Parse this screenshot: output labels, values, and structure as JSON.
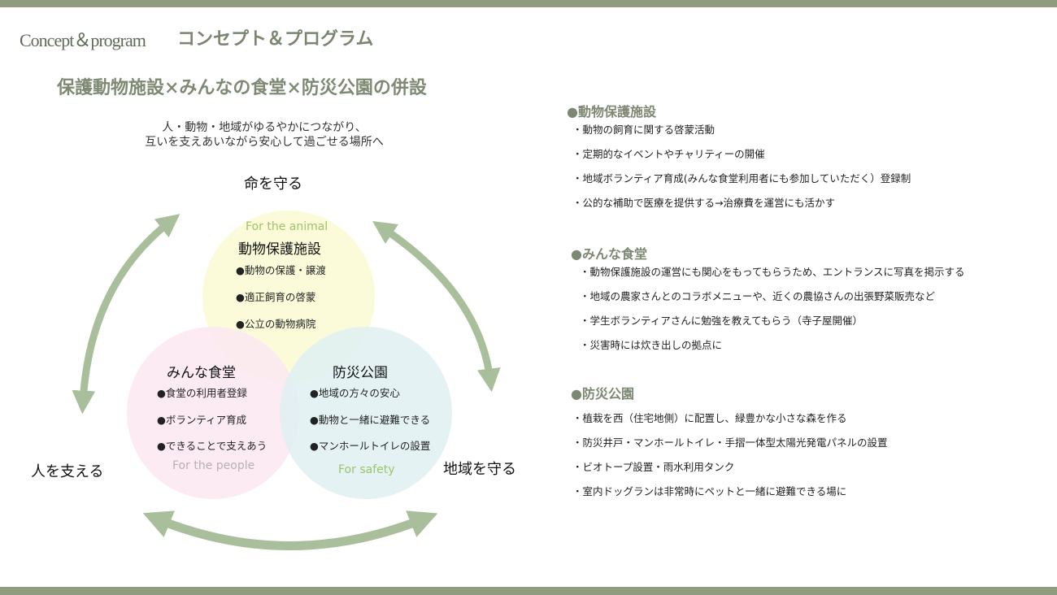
{
  "header": {
    "title_en": "Concept＆program",
    "title_jp": "コンセプト＆プログラム"
  },
  "headline": "保護動物施設×みんなの食堂×防災公園の併設",
  "tagline": [
    "人・動物・地域がゆるやかにつながり、",
    "互いを支えあいながら安心して過ごせる場所へ"
  ],
  "diagram": {
    "corners": {
      "top": "命を守る",
      "left": "人を支える",
      "right": "地域を守る"
    },
    "circles": [
      {
        "subtitle": "For the animal",
        "title": "動物保護施設",
        "items": [
          "●動物の保護・譲渡",
          "●適正飼育の啓蒙",
          "●公立の動物病院"
        ],
        "color": "#fbfbd6"
      },
      {
        "subtitle": "For the people",
        "title": "みんな食堂",
        "items": [
          "●食堂の利用者登録",
          "●ボランティア育成",
          "●できることで支えあう"
        ],
        "color": "#fce8f1"
      },
      {
        "subtitle": "For safety",
        "title": "防災公園",
        "items": [
          "●地域の方々の安心",
          "●動物と一緒に避難できる",
          "●マンホールトイレの設置"
        ],
        "color": "#dff0f2"
      }
    ],
    "arrow_color": "#a9bf9b"
  },
  "sections": [
    {
      "title": "●動物保護施設",
      "items": [
        "・動物の飼育に関する啓蒙活動",
        "・定期的なイベントやチャリティーの開催",
        "・地域ボランティア育成(みんな食堂利用者にも参加していただく）登録制",
        "・公的な補助で医療を提供する→治療費を運営にも活かす"
      ]
    },
    {
      "title": "●みんな食堂",
      "items": [
        "・動物保護施設の運営にも関心をもってもらうため、エントランスに写真を掲示する",
        "・地域の農家さんとのコラボメニューや、近くの農協さんの出張野菜販売など",
        "・学生ボランティアさんに勉強を教えてもらう（寺子屋開催）",
        "・災害時には炊き出しの拠点に"
      ]
    },
    {
      "title": "●防災公園",
      "items": [
        "・植栽を西（住宅地側）に配置し、緑豊かな小さな森を作る",
        "・防災井戸・マンホールトイレ・手摺一体型太陽光発電パネルの設置",
        "・ビオトープ設置・雨水利用タンク",
        "・室内ドッグランは非常時にペットと一緒に避難できる場に"
      ]
    }
  ],
  "colors": {
    "bar": "#8f9c80",
    "heading": "#7c8872"
  }
}
